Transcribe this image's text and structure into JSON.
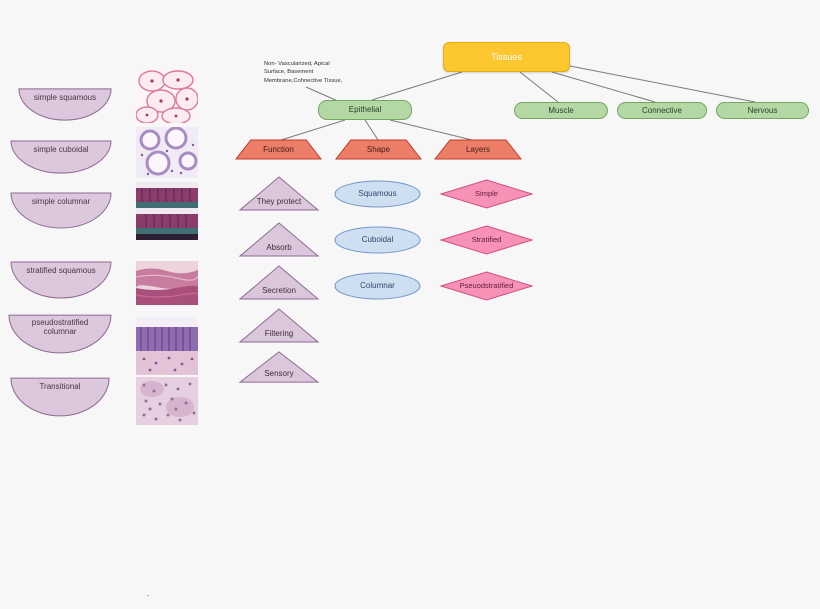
{
  "root": {
    "label": "Tissues"
  },
  "branches": [
    {
      "label": "Epithelial"
    },
    {
      "label": "Muscle"
    },
    {
      "label": "Connective"
    },
    {
      "label": "Nervous"
    }
  ],
  "annotation": {
    "text": "Non- Vascularized, Apical\nSurface, Basement\nMembrane,Cohnective Tissue,"
  },
  "aspects": [
    {
      "label": "Function"
    },
    {
      "label": "Shape"
    },
    {
      "label": "Layers"
    }
  ],
  "functions": [
    {
      "label": "They protect"
    },
    {
      "label": "Absorb"
    },
    {
      "label": "Secretion"
    },
    {
      "label": "Filtering"
    },
    {
      "label": "Sensory"
    }
  ],
  "shapes": [
    {
      "label": "Squamous"
    },
    {
      "label": "Cuboidal"
    },
    {
      "label": "Columnar"
    }
  ],
  "layers": [
    {
      "label": "Simple"
    },
    {
      "label": "Stratified"
    },
    {
      "label": "Pseuodstratified"
    }
  ],
  "tissue_types": [
    {
      "label": "simple squamous"
    },
    {
      "label": "simple cuboidal"
    },
    {
      "label": "simple columnar"
    },
    {
      "label": "stratified squamous"
    },
    {
      "label": "pseudostratified columnar"
    },
    {
      "label": "Transitional"
    }
  ],
  "images": [
    {
      "name": "simple-squamous-micrograph"
    },
    {
      "name": "simple-cuboidal-micrograph"
    },
    {
      "name": "simple-columnar-micrograph"
    },
    {
      "name": "stratified-squamous-micrograph"
    },
    {
      "name": "pseudostratified-columnar-micrograph"
    },
    {
      "name": "transitional-micrograph"
    }
  ],
  "stray": {
    "period": "."
  },
  "colors": {
    "root_fill": "#FDC730",
    "branch_fill": "#B3D8A4",
    "aspect_fill": "#EC7D66",
    "function_fill": "#DBC7DB",
    "shape_fill": "#CFDFF2",
    "layer_fill": "#F791B5",
    "type_fill": "#DCC8DC",
    "background": "#F7F7F7"
  }
}
